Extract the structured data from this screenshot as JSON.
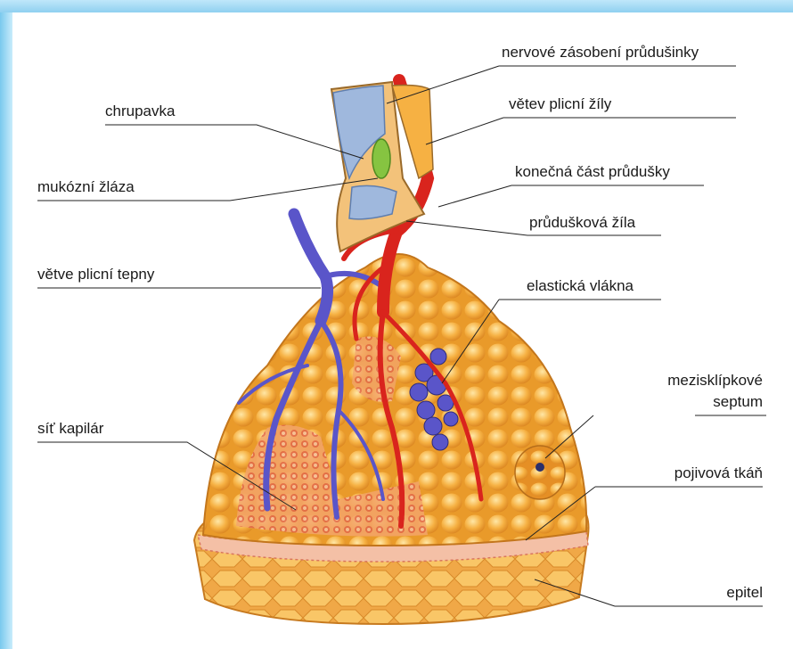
{
  "labels": {
    "nerve": "nervové zásobení průdušinky",
    "cartilage": "chrupavka",
    "pulmonary_vein_branch": "větev plicní žíly",
    "bronchus_end": "konečná část průdušky",
    "mucous_gland": "mukózní žláza",
    "bronchial_vein": "průdušková žíla",
    "pulmonary_artery_branches": "větve plicní tepny",
    "elastic_fibers": "elastická vlákna",
    "septum_line1": "mezisklípkové",
    "septum_line2": "septum",
    "capillary_net": "síť kapilár",
    "connective_tissue": "pojivová tkáň",
    "epithelium": "epitel"
  },
  "colors": {
    "frame": "#9fd8f3",
    "alveoli": "#f6b143",
    "alveoli_dark": "#e08a22",
    "artery_blue": "#5a55c9",
    "vein_red": "#d9241d",
    "cartilage_blue": "#9fb8dd",
    "gland_green": "#86c441"
  }
}
